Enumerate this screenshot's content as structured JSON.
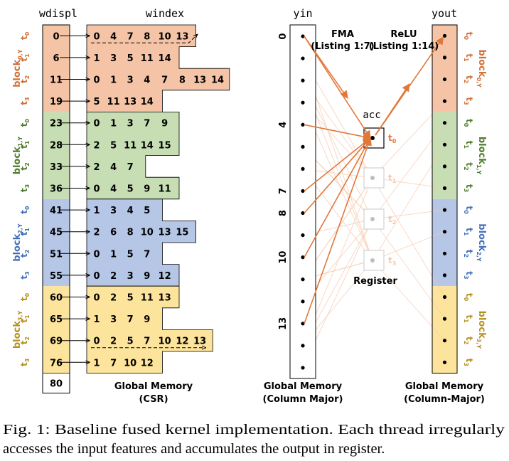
{
  "labels": {
    "wdispl": "wdispl",
    "windex": "windex",
    "yin": "yin",
    "yout": "yout",
    "acc": "acc",
    "register": "Register",
    "fma": "FMA",
    "fma_sub": "(Listing 1:7)",
    "relu": "ReLU",
    "relu_sub": "(Listing 1:14)",
    "csr_title": "Global Memory",
    "csr_sub": "(CSR)",
    "yin_title": "Global Memory",
    "yin_sub": "(Column Major)",
    "yout_title": "Global Memory",
    "yout_sub": "(Column-Major)"
  },
  "caption": {
    "line1": "Fig. 1: Baseline fused kernel implementation. Each thread irregularly",
    "line2": "accesses the input features and accumulates the output in register."
  },
  "colors": {
    "block0": "#f5c4a6",
    "block1": "#c7deb4",
    "block2": "#b5c6e7",
    "block3": "#fde49c",
    "t_block0": "#d0703a",
    "t_block1": "#4f7c2e",
    "t_block2": "#4470b8",
    "t_block3": "#b59120",
    "arrow": "#e2773a",
    "faint": "#f6cbb1"
  },
  "blocks": [
    {
      "label": "block",
      "sub": "0,Y",
      "color_key": "block0",
      "threads": [
        {
          "t": "t",
          "ti": "0",
          "displ": "0",
          "index": [
            "0",
            "4",
            "7",
            "8",
            "10",
            "13"
          ]
        },
        {
          "t": "t",
          "ti": "1",
          "displ": "6",
          "index": [
            "1",
            "3",
            "5",
            "11",
            "14"
          ]
        },
        {
          "t": "t",
          "ti": "2",
          "displ": "11",
          "index": [
            "0",
            "1",
            "3",
            "4",
            "7",
            "8",
            "13",
            "14"
          ]
        },
        {
          "t": "t",
          "ti": "3",
          "displ": "19",
          "index": [
            "5",
            "11",
            "13",
            "14"
          ]
        }
      ]
    },
    {
      "label": "block",
      "sub": "1,Y",
      "color_key": "block1",
      "threads": [
        {
          "t": "t",
          "ti": "0",
          "displ": "23",
          "index": [
            "0",
            "1",
            "3",
            "7",
            "9"
          ]
        },
        {
          "t": "t",
          "ti": "1",
          "displ": "28",
          "index": [
            "2",
            "5",
            "11",
            "14",
            "15"
          ]
        },
        {
          "t": "t",
          "ti": "2",
          "displ": "33",
          "index": [
            "2",
            "4",
            "7"
          ]
        },
        {
          "t": "t",
          "ti": "3",
          "displ": "36",
          "index": [
            "0",
            "4",
            "5",
            "9",
            "11"
          ]
        }
      ]
    },
    {
      "label": "block",
      "sub": "2,Y",
      "color_key": "block2",
      "threads": [
        {
          "t": "t",
          "ti": "0",
          "displ": "41",
          "index": [
            "1",
            "3",
            "4",
            "5"
          ]
        },
        {
          "t": "t",
          "ti": "1",
          "displ": "45",
          "index": [
            "2",
            "6",
            "8",
            "10",
            "13",
            "15"
          ]
        },
        {
          "t": "t",
          "ti": "2",
          "displ": "51",
          "index": [
            "0",
            "1",
            "5",
            "7"
          ]
        },
        {
          "t": "t",
          "ti": "3",
          "displ": "55",
          "index": [
            "0",
            "2",
            "3",
            "9",
            "12"
          ]
        }
      ]
    },
    {
      "label": "block",
      "sub": "3,Y",
      "color_key": "block3",
      "threads": [
        {
          "t": "t",
          "ti": "0",
          "displ": "60",
          "index": [
            "0",
            "2",
            "5",
            "11",
            "13"
          ]
        },
        {
          "t": "t",
          "ti": "1",
          "displ": "65",
          "index": [
            "1",
            "3",
            "7",
            "9"
          ]
        },
        {
          "t": "t",
          "ti": "2",
          "displ": "69",
          "index": [
            "0",
            "2",
            "5",
            "7",
            "10",
            "12",
            "13"
          ]
        },
        {
          "t": "t",
          "ti": "3",
          "displ": "76",
          "index": [
            "1",
            "7",
            "10",
            "12"
          ]
        }
      ]
    }
  ],
  "wdispl_last": "80",
  "yin_row_labels": [
    {
      "row": 0,
      "text": "0"
    },
    {
      "row": 4,
      "text": "4"
    },
    {
      "row": 7,
      "text": "7"
    },
    {
      "row": 8,
      "text": "8"
    },
    {
      "row": 10,
      "text": "10"
    },
    {
      "row": 13,
      "text": "13"
    }
  ],
  "yin_rows": 16,
  "yout_rows": 16,
  "registers": [
    {
      "t": "t",
      "ti": "0",
      "active": true
    },
    {
      "t": "t",
      "ti": "1",
      "active": false
    },
    {
      "t": "t",
      "ti": "2",
      "active": false
    },
    {
      "t": "t",
      "ti": "3",
      "active": false
    }
  ]
}
